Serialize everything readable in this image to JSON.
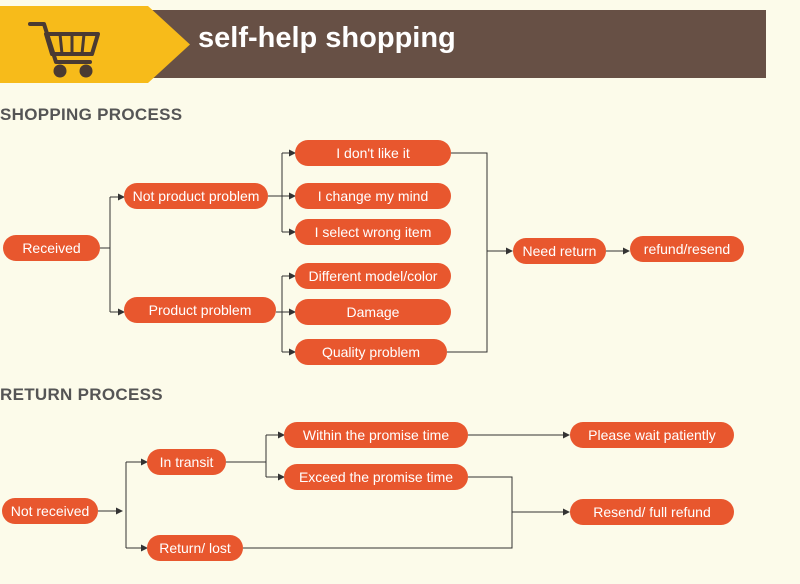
{
  "colors": {
    "banner_bg": "#675045",
    "cart_tab": "#f7bb1a",
    "node_fill": "#e8572e",
    "background": "#fcfbea",
    "line": "#333333"
  },
  "header": {
    "title": "self-help shopping",
    "icon": "shopping-cart-icon"
  },
  "shopping": {
    "title": "SHOPPING PROCESS",
    "received": "Received",
    "not_product_problem": "Not product problem",
    "product_problem": "Product problem",
    "dont_like": "I don't like it",
    "change_mind": "I change my mind",
    "wrong_item": "I select wrong item",
    "different_model": "Different model/color",
    "damage": "Damage",
    "quality": "Quality problem",
    "need_return": "Need return",
    "refund_resend": "refund/resend"
  },
  "returns": {
    "title": "RETURN PROCESS",
    "not_received": "Not received",
    "in_transit": "In transit",
    "return_lost": "Return/ lost",
    "within_time": "Within the promise time",
    "exceed_time": "Exceed the promise time",
    "wait": "Please wait patiently",
    "resend_refund": "Resend/ full refund"
  }
}
